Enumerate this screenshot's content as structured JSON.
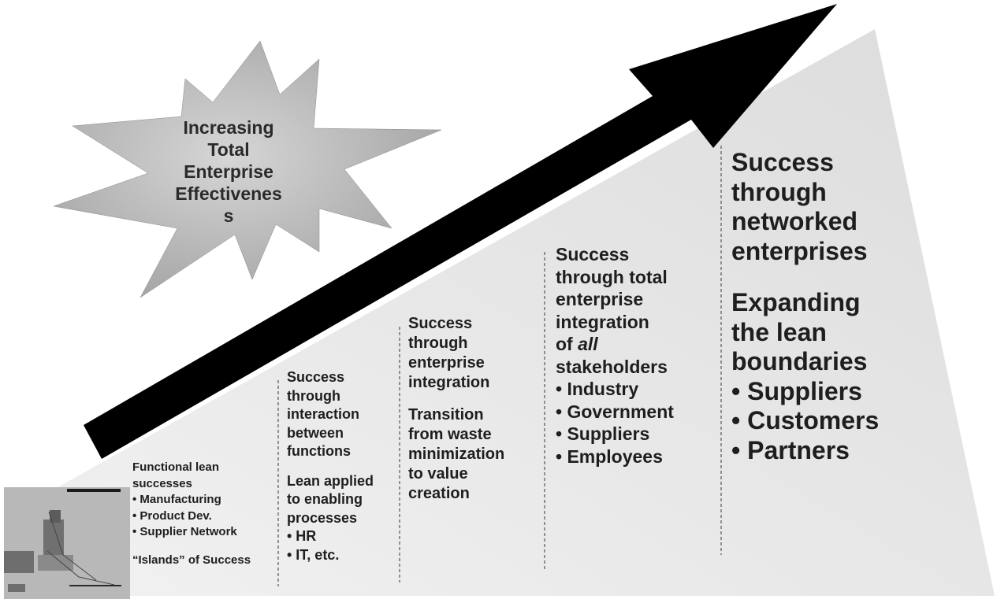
{
  "starburst": {
    "line1": "Increasing",
    "line2": "Total",
    "line3": "Enterprise",
    "line4": "Effectivenes",
    "line5": "s"
  },
  "columns": [
    {
      "heading": [
        "Functional lean",
        "successes"
      ],
      "items": [
        "• Manufacturing",
        "• Product Dev.",
        "• Supplier Network"
      ],
      "footer": "“Islands” of Success"
    },
    {
      "heading": [
        "Success",
        "through",
        "interaction",
        "between",
        "functions"
      ],
      "sub": [
        "Lean applied",
        "to enabling",
        "processes"
      ],
      "items": [
        "• HR",
        "• IT, etc."
      ]
    },
    {
      "heading": [
        "Success",
        "through",
        "enterprise",
        "integration"
      ],
      "sub": [
        "Transition",
        "from waste",
        "minimization",
        "to value",
        "creation"
      ]
    },
    {
      "heading": [
        "Success",
        "through total",
        "enterprise",
        "integration"
      ],
      "of_all": {
        "prefix": "of ",
        "emph": "all"
      },
      "stakeholders": "stakeholders",
      "items": [
        "• Industry",
        "• Government",
        "• Suppliers",
        "• Employees"
      ]
    },
    {
      "heading": [
        "Success",
        "through",
        "networked",
        "enterprises"
      ],
      "sub": [
        "Expanding",
        "the lean",
        "boundaries"
      ],
      "items": [
        "• Suppliers",
        "• Customers",
        "• Partners"
      ]
    }
  ]
}
